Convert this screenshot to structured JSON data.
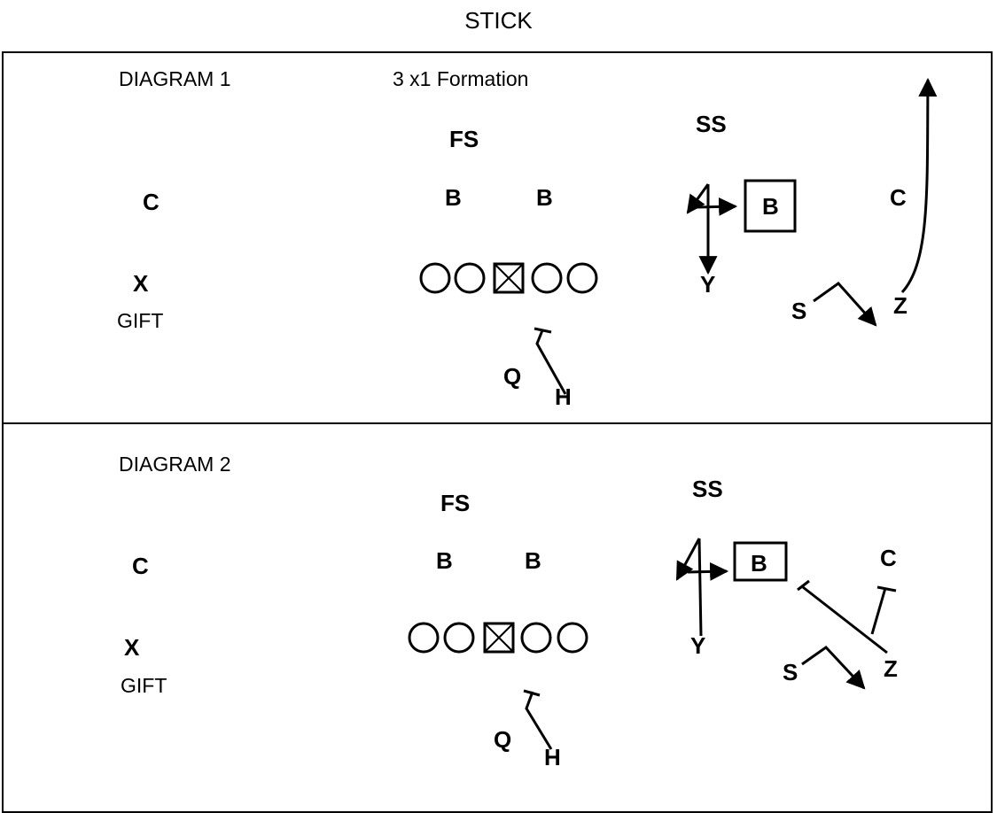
{
  "page_title": "STICK",
  "diagrams": [
    {
      "label": "DIAGRAM 1",
      "formation": "3 x1 Formation",
      "players": {
        "fs": "FS",
        "ss": "SS",
        "b_left": "B",
        "b_mid": "B",
        "b_box": "B",
        "c_left": "C",
        "c_right": "C",
        "x": "X",
        "gift": "GIFT",
        "y": "Y",
        "s": "S",
        "z": "Z",
        "q": "Q",
        "h": "H"
      }
    },
    {
      "label": "DIAGRAM 2",
      "players": {
        "fs": "FS",
        "ss": "SS",
        "b_left": "B",
        "b_mid": "B",
        "b_box": "B",
        "c_left": "C",
        "c_right": "C",
        "x": "X",
        "gift": "GIFT",
        "y": "Y",
        "s": "S",
        "z": "Z",
        "q": "Q",
        "h": "H"
      }
    }
  ]
}
